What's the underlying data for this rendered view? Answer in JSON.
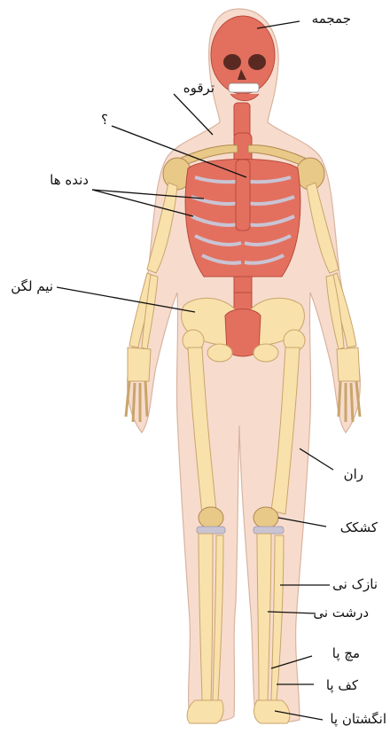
{
  "labels": {
    "skull": "جمجمه",
    "clavicle": "ترقوه",
    "unknown": "؟",
    "ribs": "دنده ها",
    "hip": "نیم لگن",
    "femur": "ران",
    "patella": "کشکک",
    "fibula": "نازک نی",
    "tibia": "درشت نی",
    "ankle": "مچ پا",
    "sole": "کف پا",
    "toes": "انگشتان پا"
  },
  "colors": {
    "skin": "#f7dccd",
    "bone": "#f9e1ac",
    "axial_bone": "#e3705f",
    "cartilage": "#c9c4d4"
  }
}
